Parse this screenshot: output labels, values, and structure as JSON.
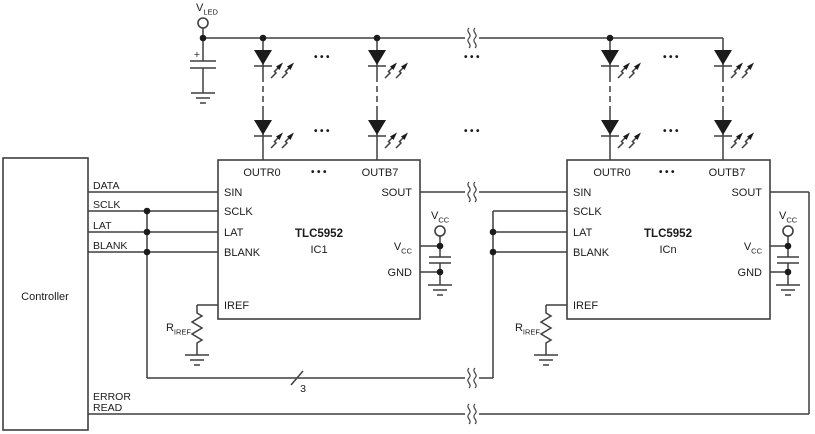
{
  "power": {
    "vled": {
      "base": "V",
      "sub": "LED"
    },
    "vcc": {
      "base": "V",
      "sub": "CC"
    },
    "riref": {
      "base": "R",
      "sub": "IREF"
    },
    "plus": "+"
  },
  "controller": {
    "label": "Controller",
    "data": "DATA",
    "sclk": "SCLK",
    "lat": "LAT",
    "blank": "BLANK",
    "error": "ERROR",
    "read": "READ"
  },
  "ic": {
    "part": "TLC5952",
    "ic1": "IC1",
    "icn": "ICn",
    "sin": "SIN",
    "sclk": "SCLK",
    "lat": "LAT",
    "blank": "BLANK",
    "iref": "IREF",
    "sout": "SOUT",
    "gnd": "GND",
    "outr0": "OUTR0",
    "outb7": "OUTB7"
  },
  "annotations": {
    "bus_width": "3",
    "ellipsis": "•••"
  }
}
